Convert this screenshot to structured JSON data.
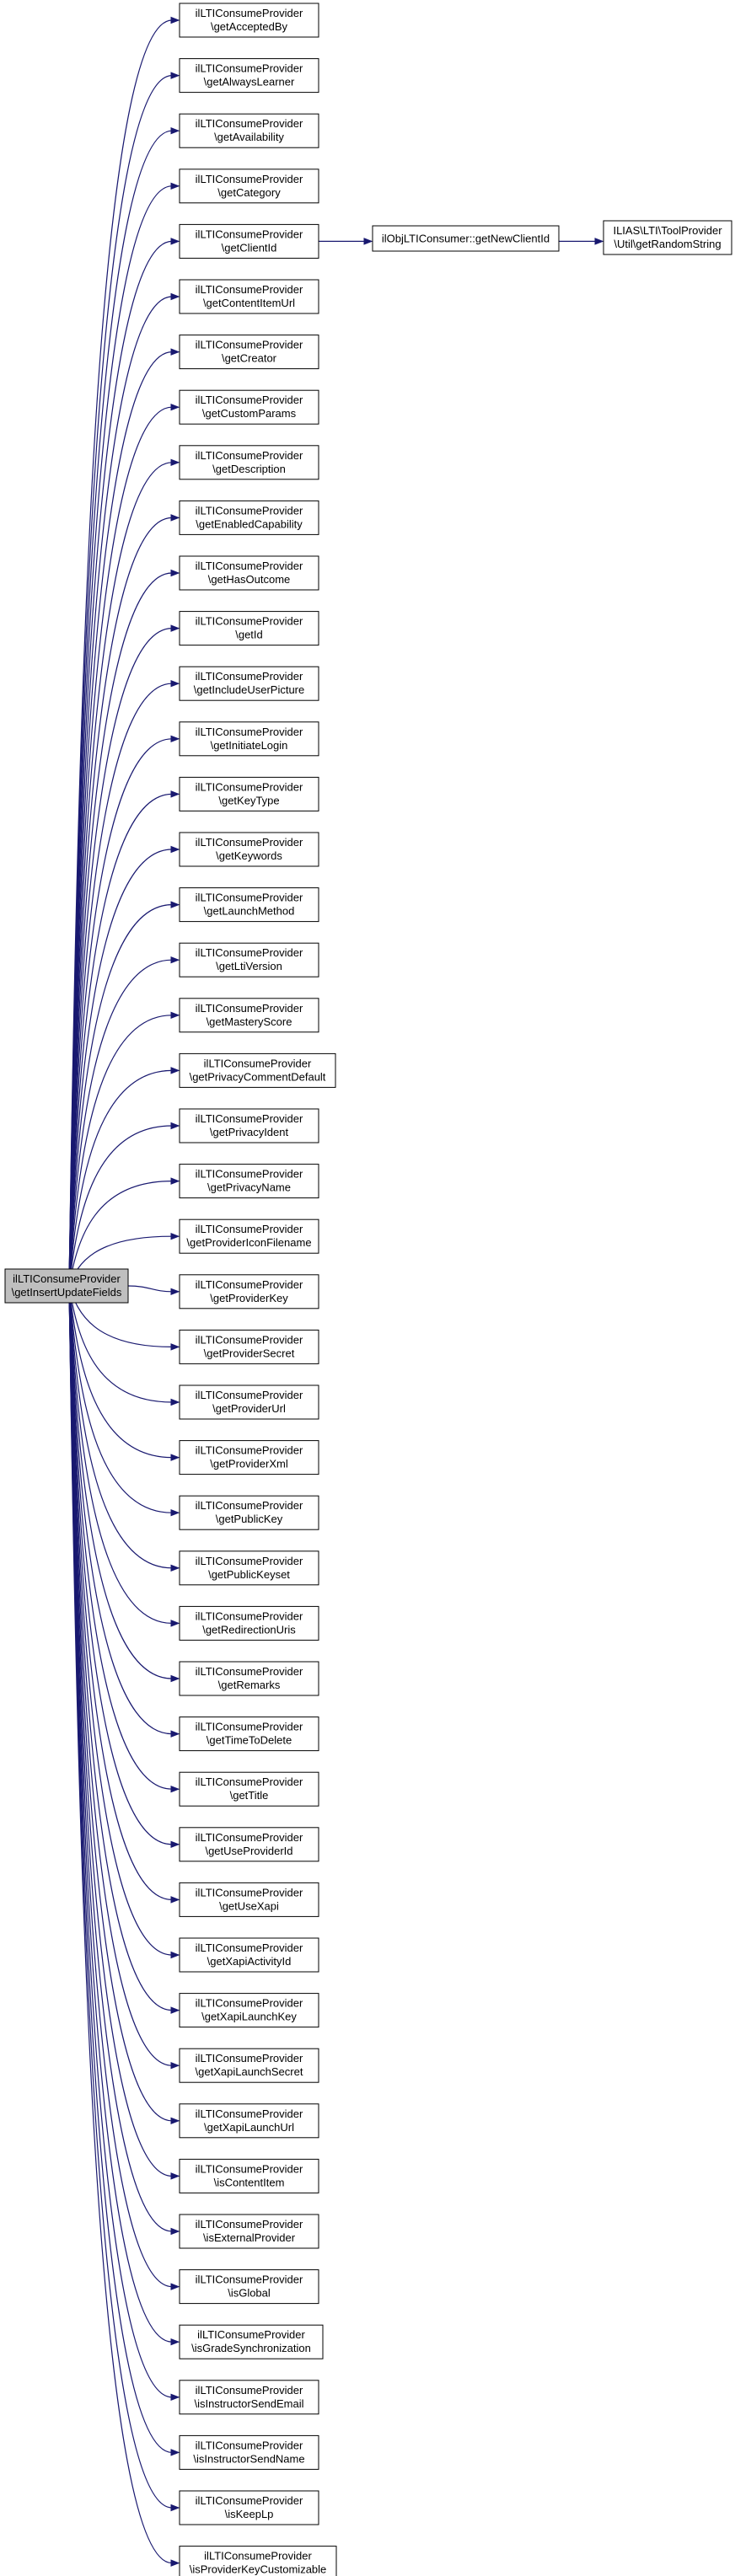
{
  "root": {
    "line1": "ilLTIConsumeProvider",
    "line2": "\\getInsertUpdateFields"
  },
  "callees": [
    {
      "line1": "ilLTIConsumeProvider",
      "line2": "\\getAcceptedBy"
    },
    {
      "line1": "ilLTIConsumeProvider",
      "line2": "\\getAlwaysLearner"
    },
    {
      "line1": "ilLTIConsumeProvider",
      "line2": "\\getAvailability"
    },
    {
      "line1": "ilLTIConsumeProvider",
      "line2": "\\getCategory"
    },
    {
      "line1": "ilLTIConsumeProvider",
      "line2": "\\getClientId"
    },
    {
      "line1": "ilLTIConsumeProvider",
      "line2": "\\getContentItemUrl"
    },
    {
      "line1": "ilLTIConsumeProvider",
      "line2": "\\getCreator"
    },
    {
      "line1": "ilLTIConsumeProvider",
      "line2": "\\getCustomParams"
    },
    {
      "line1": "ilLTIConsumeProvider",
      "line2": "\\getDescription"
    },
    {
      "line1": "ilLTIConsumeProvider",
      "line2": "\\getEnabledCapability"
    },
    {
      "line1": "ilLTIConsumeProvider",
      "line2": "\\getHasOutcome"
    },
    {
      "line1": "ilLTIConsumeProvider",
      "line2": "\\getId"
    },
    {
      "line1": "ilLTIConsumeProvider",
      "line2": "\\getIncludeUserPicture"
    },
    {
      "line1": "ilLTIConsumeProvider",
      "line2": "\\getInitiateLogin"
    },
    {
      "line1": "ilLTIConsumeProvider",
      "line2": "\\getKeyType"
    },
    {
      "line1": "ilLTIConsumeProvider",
      "line2": "\\getKeywords"
    },
    {
      "line1": "ilLTIConsumeProvider",
      "line2": "\\getLaunchMethod"
    },
    {
      "line1": "ilLTIConsumeProvider",
      "line2": "\\getLtiVersion"
    },
    {
      "line1": "ilLTIConsumeProvider",
      "line2": "\\getMasteryScore"
    },
    {
      "line1": "ilLTIConsumeProvider",
      "line2": "\\getPrivacyCommentDefault"
    },
    {
      "line1": "ilLTIConsumeProvider",
      "line2": "\\getPrivacyIdent"
    },
    {
      "line1": "ilLTIConsumeProvider",
      "line2": "\\getPrivacyName"
    },
    {
      "line1": "ilLTIConsumeProvider",
      "line2": "\\getProviderIconFilename"
    },
    {
      "line1": "ilLTIConsumeProvider",
      "line2": "\\getProviderKey"
    },
    {
      "line1": "ilLTIConsumeProvider",
      "line2": "\\getProviderSecret"
    },
    {
      "line1": "ilLTIConsumeProvider",
      "line2": "\\getProviderUrl"
    },
    {
      "line1": "ilLTIConsumeProvider",
      "line2": "\\getProviderXml"
    },
    {
      "line1": "ilLTIConsumeProvider",
      "line2": "\\getPublicKey"
    },
    {
      "line1": "ilLTIConsumeProvider",
      "line2": "\\getPublicKeyset"
    },
    {
      "line1": "ilLTIConsumeProvider",
      "line2": "\\getRedirectionUris"
    },
    {
      "line1": "ilLTIConsumeProvider",
      "line2": "\\getRemarks"
    },
    {
      "line1": "ilLTIConsumeProvider",
      "line2": "\\getTimeToDelete"
    },
    {
      "line1": "ilLTIConsumeProvider",
      "line2": "\\getTitle"
    },
    {
      "line1": "ilLTIConsumeProvider",
      "line2": "\\getUseProviderId"
    },
    {
      "line1": "ilLTIConsumeProvider",
      "line2": "\\getUseXapi"
    },
    {
      "line1": "ilLTIConsumeProvider",
      "line2": "\\getXapiActivityId"
    },
    {
      "line1": "ilLTIConsumeProvider",
      "line2": "\\getXapiLaunchKey"
    },
    {
      "line1": "ilLTIConsumeProvider",
      "line2": "\\getXapiLaunchSecret"
    },
    {
      "line1": "ilLTIConsumeProvider",
      "line2": "\\getXapiLaunchUrl"
    },
    {
      "line1": "ilLTIConsumeProvider",
      "line2": "\\isContentItem"
    },
    {
      "line1": "ilLTIConsumeProvider",
      "line2": "\\isExternalProvider"
    },
    {
      "line1": "ilLTIConsumeProvider",
      "line2": "\\isGlobal"
    },
    {
      "line1": "ilLTIConsumeProvider",
      "line2": "\\isGradeSynchronization"
    },
    {
      "line1": "ilLTIConsumeProvider",
      "line2": "\\isInstructorSendEmail"
    },
    {
      "line1": "ilLTIConsumeProvider",
      "line2": "\\isInstructorSendName"
    },
    {
      "line1": "ilLTIConsumeProvider",
      "line2": "\\isKeepLp"
    },
    {
      "line1": "ilLTIConsumeProvider",
      "line2": "\\isProviderKeyCustomizable"
    }
  ],
  "chain": [
    {
      "line1": "ilObjLTIConsumer::getNewClientId",
      "line2": ""
    },
    {
      "line1": "ILIAS\\LTI\\ToolProvider",
      "line2": "\\Util\\getRandomString"
    }
  ]
}
